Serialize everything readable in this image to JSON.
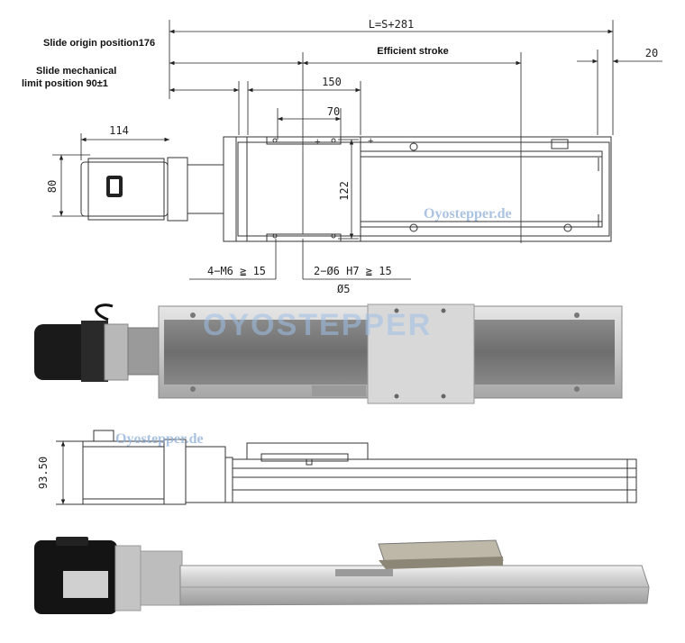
{
  "drawing": {
    "overall_length": "L=S+281",
    "slide_origin_label": "Slide origin position176",
    "mech_limit_label_1": "Slide mechanical",
    "mech_limit_label_2": "limit position 90±1",
    "efficient_stroke_label": "Efficient stroke",
    "dim_20": "20",
    "dim_150": "150",
    "dim_70": "70",
    "dim_114": "114",
    "dim_80": "80",
    "dim_122": "122",
    "hole_spec_1": "4−M6 ≧ 15",
    "hole_spec_2": "2−Ø6 H7 ≧ 15",
    "hole_spec_3": "Ø5",
    "dim_height_side": "93.50"
  },
  "watermarks": {
    "small": "Oyostepper.de",
    "small_lower": "Oyostepper.de",
    "big": "OYOSTEPPER"
  }
}
